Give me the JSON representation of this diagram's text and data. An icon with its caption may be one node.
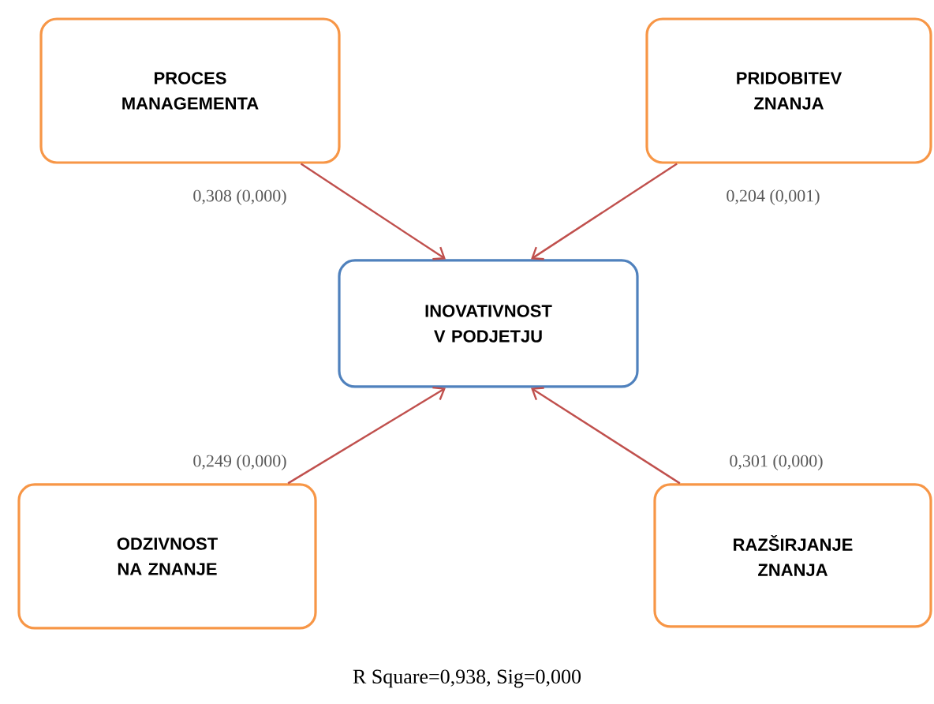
{
  "diagram": {
    "caption": "R Square=0,938, Sig=0,000",
    "nodes": [
      {
        "text": [
          "PROCES MANAGEMENTA"
        ]
      },
      {
        "text": [
          "PRIDOBITEV ZNANJA"
        ]
      },
      {
        "text": [
          "INOVATIVNOST V PODJETJU"
        ]
      },
      {
        "text": [
          "ODZIVNOST NA ZNANJE"
        ]
      },
      {
        "text": [
          "RAZŠIRJANJE ZNANJA"
        ]
      }
    ],
    "edges": [
      {
        "from": 0,
        "to": 2,
        "arrow": "to",
        "label": "0,308 (0,000)"
      },
      {
        "from": 1,
        "to": 2,
        "arrow": "to",
        "label": "0,204 (0,001)"
      },
      {
        "from": 3,
        "to": 2,
        "arrow": "to",
        "label": "0,249 (0,000)"
      },
      {
        "from": 4,
        "to": 2,
        "arrow": "to",
        "label": "0,301 (0,000)"
      }
    ]
  }
}
